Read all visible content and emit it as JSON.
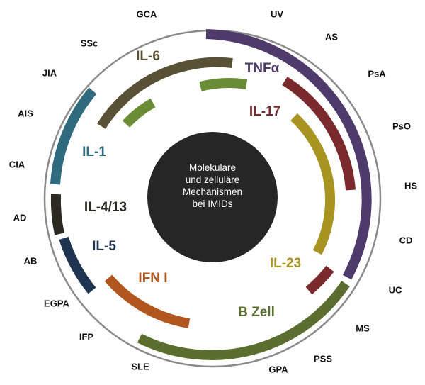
{
  "center": {
    "lines": [
      "Molekulare",
      "und zelluläre",
      "Mechanismen",
      "bei IMIDs"
    ]
  },
  "diseases": [
    "GCA",
    "UV",
    "AS",
    "PsA",
    "PsO",
    "HS",
    "CD",
    "UC",
    "MS",
    "PSS",
    "GPA",
    "SLE",
    "IFP",
    "EGPA",
    "AB",
    "AD",
    "CIA",
    "AIS",
    "JIA",
    "SSc"
  ],
  "mechanisms": [
    {
      "label": "IL-6",
      "color": "#595135"
    },
    {
      "label": "TNFα",
      "color": "#4e3a6b"
    },
    {
      "label": "IL-17",
      "color": "#7a2a2d"
    },
    {
      "label": "IL-1",
      "color": "#2f6b7c"
    },
    {
      "label": "IL-4/13",
      "color": "#2a2a22"
    },
    {
      "label": "IL-5",
      "color": "#1f3450"
    },
    {
      "label": "IFN I",
      "color": "#b0561e"
    },
    {
      "label": "IL-23",
      "color": "#a89420"
    },
    {
      "label": "B Zell",
      "color": "#5a6e30"
    }
  ],
  "colors": {
    "outer_ring": "#8a8a8a",
    "center_fill": "#262626",
    "il6_inner_arc": "#6a8c35"
  }
}
